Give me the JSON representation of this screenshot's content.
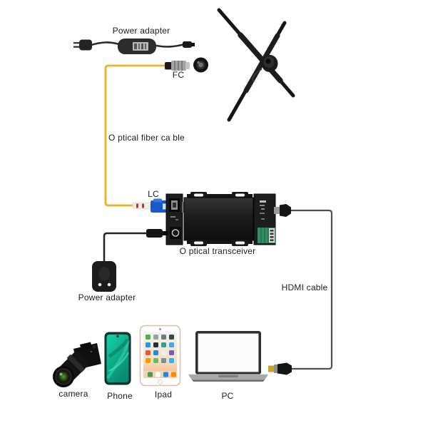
{
  "diagram": {
    "background": "#FFFFFF",
    "components": [
      {
        "id": "power-adapter-top",
        "label": "Power adapter"
      },
      {
        "id": "fc-connector",
        "label": "FC"
      },
      {
        "id": "optical-fiber-cable",
        "label": "O ptical fiber ca ble"
      },
      {
        "id": "lc-connector",
        "label": "LC"
      },
      {
        "id": "optical-transceiver",
        "label": "O ptical transceiver"
      },
      {
        "id": "power-adapter-bottom",
        "label": "Power adapter"
      },
      {
        "id": "hdmi-cable",
        "label": "HDMI cable"
      },
      {
        "id": "camera",
        "label": "camera"
      },
      {
        "id": "phone",
        "label": "Phone"
      },
      {
        "id": "ipad",
        "label": "Ipad"
      },
      {
        "id": "pc",
        "label": "PC"
      },
      {
        "id": "hologram-fan-display",
        "label": ""
      }
    ],
    "colors": {
      "optical_fiber_cable": "#F2B01E",
      "hdmi_cable": "#4F4F4F",
      "power_cable": "#222222",
      "lc_connector_blue": "#1B57C8",
      "terminal_block_green": "#2F8F63",
      "hdmi_plug_gold_tip": "#C9A22B",
      "phone_screen_teal": "#12C39F",
      "background": "#FFFFFF"
    }
  }
}
